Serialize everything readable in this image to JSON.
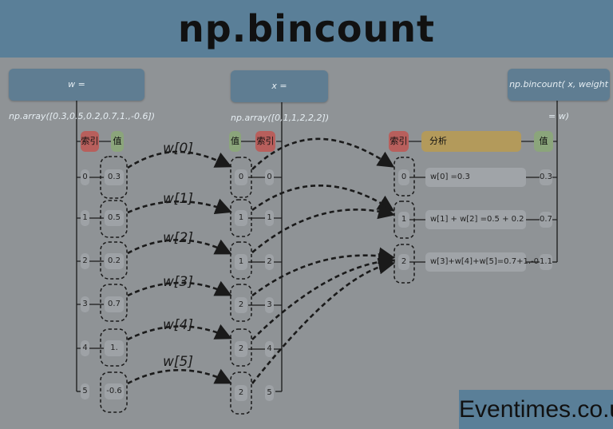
{
  "title": "np.bincount",
  "labels": {
    "w_def": "w = np.array([0.3,0.5,0.2,0.7,1.,-0.6])",
    "x_def": "x = np.array([0,1,1,2,2,2])",
    "result_def": "np.bincount( x, weight = w)"
  },
  "headers": {
    "index": "索引",
    "value": "值",
    "analysis": "分析"
  },
  "w_table": {
    "indices": [
      "0",
      "1",
      "2",
      "3",
      "4",
      "5"
    ],
    "values": [
      "0.3",
      "0.5",
      "0.2",
      "0.7",
      "1.",
      "-0.6"
    ]
  },
  "x_table": {
    "values": [
      "0",
      "1",
      "1",
      "2",
      "2",
      "2"
    ],
    "indices": [
      "0",
      "1",
      "2",
      "3",
      "4",
      "5"
    ]
  },
  "arrow_labels": [
    "w[0]",
    "w[1]",
    "w[2]",
    "w[3]",
    "w[4]",
    "w[5]"
  ],
  "result_table": {
    "indices": [
      "0",
      "1",
      "2"
    ],
    "analysis": [
      "w[0] =0.3",
      "w[1] + w[2] =0.5 + 0.2",
      "w[3]+w[4]+w[5]=0.7+1.-0.6"
    ],
    "values": [
      "0.3",
      "0.7",
      "1.1"
    ]
  },
  "brand": "Eventimes.co.uk"
}
